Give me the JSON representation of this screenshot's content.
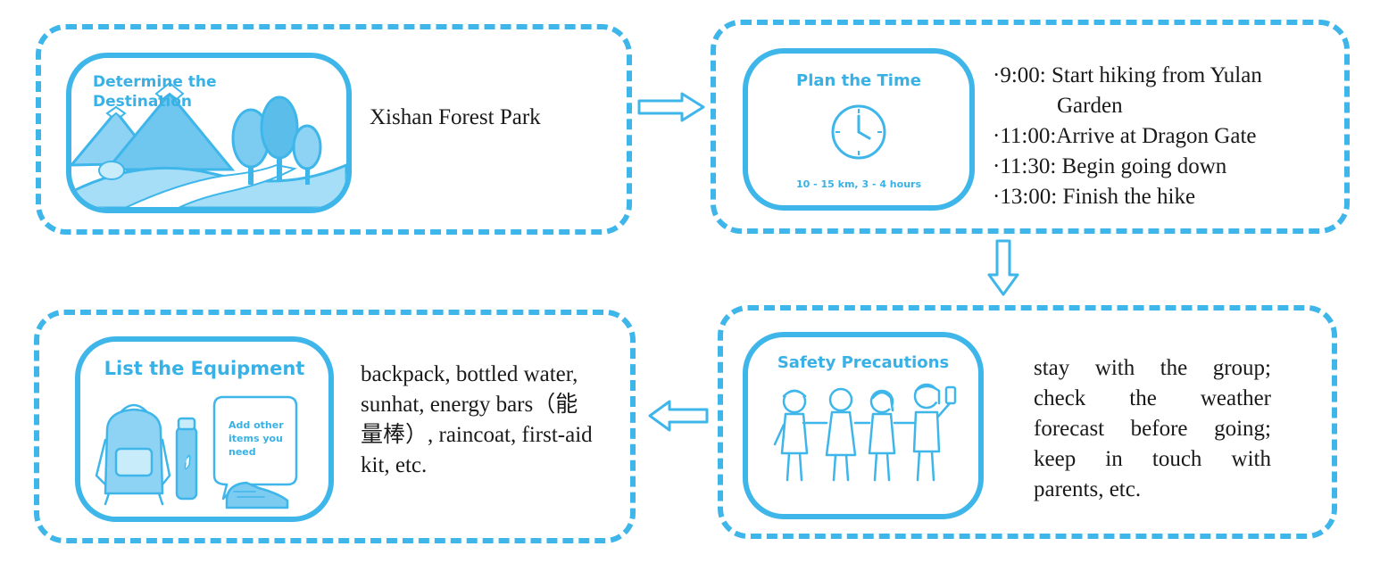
{
  "colors": {
    "accent": "#3fb6ea",
    "text": "#1a1a1a"
  },
  "destination": {
    "title_line1": "Determine the",
    "title_line2": "Destination",
    "text": "Xishan Forest Park"
  },
  "time": {
    "title": "Plan the Time",
    "caption": "10 - 15 km, 3 - 4 hours",
    "schedule": [
      "·9:00: Start hiking from Yulan",
      "Garden",
      "·11:00:Arrive at Dragon Gate",
      "·11:30: Begin going  down",
      "·13:00: Finish the hike"
    ]
  },
  "safety": {
    "title": "Safety Precautions",
    "lines": [
      "stay with the group;",
      "check   the   weather",
      "forecast before going;",
      "keep  in  touch  with",
      "parents, etc."
    ]
  },
  "equipment": {
    "title": "List the Equipment",
    "bubble_line1": "Add other",
    "bubble_line2": "items you",
    "bubble_line3": "need",
    "lines": [
      "backpack, bottled water,",
      "sunhat, energy bars（能",
      "量棒）, raincoat, first-aid",
      "kit, etc."
    ]
  }
}
